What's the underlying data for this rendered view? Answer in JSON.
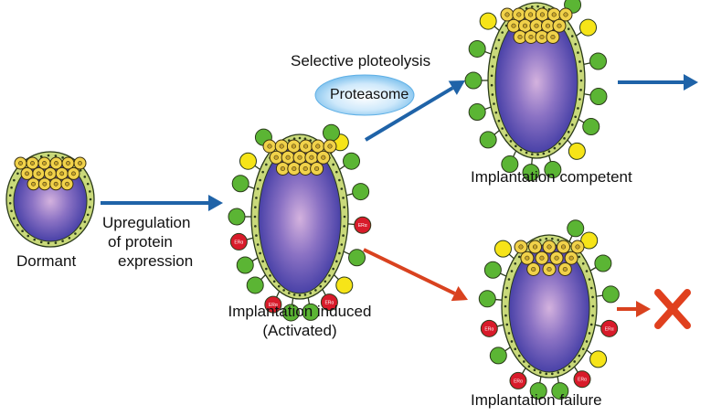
{
  "labels": {
    "dormant": "Dormant",
    "upregulation": [
      "Upregulation",
      "of protein",
      "expression"
    ],
    "implantation_induced": [
      "Implantation induced",
      "(Activated)"
    ],
    "selective": "Selective ploteolysis",
    "proteasome": "Proteasome",
    "competent": "Implantation competent",
    "failure": "Implantation failure",
    "receptor": "ERα"
  },
  "colors": {
    "blastocoel_center": "#c8a6d6",
    "blastocoel_edge": "#3a36a0",
    "trophectoderm": "#c9d97a",
    "icm": "#f1d24a",
    "green_protein": "#5bb534",
    "yellow_protein": "#f6e418",
    "red_receptor": "#d81b2a",
    "arrow_blue": "#1f63a8",
    "arrow_red": "#d9421f",
    "cross": "#e0401e",
    "proteasome": "#8fcaf0"
  }
}
